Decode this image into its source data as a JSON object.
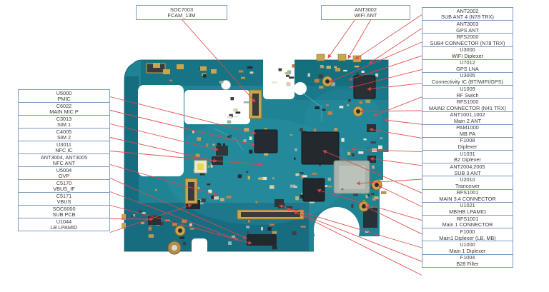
{
  "colors": {
    "leader_line": "#e24747",
    "label_border": "#7b9cc2",
    "pcb_teal": "#1f8394",
    "chip_dark": "#24292e",
    "connector_gold": "#c9a54e"
  },
  "top_labels": [
    {
      "id": "SOC7003",
      "desc": "FCAM_13M"
    },
    {
      "id": "ANT3002",
      "desc": "WIFI ANT"
    }
  ],
  "left_labels": [
    {
      "id": "U5000",
      "desc": "PMIC"
    },
    {
      "id": "C6022",
      "desc": "MAIN MIC P"
    },
    {
      "id": "C3013",
      "desc": "SIM 1"
    },
    {
      "id": "C4005",
      "desc": "SIM 2"
    },
    {
      "id": "U3011",
      "desc": "NFC IC"
    },
    {
      "id": "ANT3004, ANT3005",
      "desc": "NFC ANT"
    },
    {
      "id": "U5004",
      "desc": "OVP"
    },
    {
      "id": "C5170",
      "desc": "VBUS_IF"
    },
    {
      "id": "C5171",
      "desc": "VBUS"
    },
    {
      "id": "SOC6000",
      "desc": "SUB PCB"
    },
    {
      "id": "U1044",
      "desc": "LB LPAMID"
    }
  ],
  "right_labels": [
    {
      "id": "ANT2002",
      "desc": "SUB ANT 4 (N78 TRX)"
    },
    {
      "id": "ANT3003",
      "desc": "GPS ANT"
    },
    {
      "id": "RFS2000",
      "desc": "SUB4 CONNECTOR (N78 TRX)"
    },
    {
      "id": "U3000",
      "desc": "WIFI Diplexer"
    },
    {
      "id": "U7012",
      "desc": "GPS LNA"
    },
    {
      "id": "U3005",
      "desc": "Connectivity IC (BT/WIFI/GPS)"
    },
    {
      "id": "U1009",
      "desc": "RF Swich",
      "spellcheck_underline": true
    },
    {
      "id": "RFS1000",
      "desc": "MAIN2 CONNECTOR (N41 TRX)"
    },
    {
      "id": "ANT1001,1002",
      "desc": "Main 2 ANT"
    },
    {
      "id": "PAM1000",
      "desc": "MB PA"
    },
    {
      "id": "F1008",
      "desc": "Diplexer"
    },
    {
      "id": "U1031",
      "desc": "B2 Diplexer"
    },
    {
      "id": "ANT2004,2005",
      "desc": "SUB 3 ANT"
    },
    {
      "id": "U2010",
      "desc": "Tranceiver",
      "spellcheck_underline": true
    },
    {
      "id": "RFS1001",
      "desc": "MAIN 3,4 CONNECTOR"
    },
    {
      "id": "U1021",
      "desc": "MB/HB LPAMID"
    },
    {
      "id": "RFS1001",
      "desc": "Main 1 CONNECTOR"
    },
    {
      "id": "F1000",
      "desc": "Main1 Diplexer (LB, MB)"
    },
    {
      "id": "U1000",
      "desc": "Main 1 Diplexer"
    },
    {
      "id": "F1004",
      "desc": "B28 Filter"
    }
  ]
}
